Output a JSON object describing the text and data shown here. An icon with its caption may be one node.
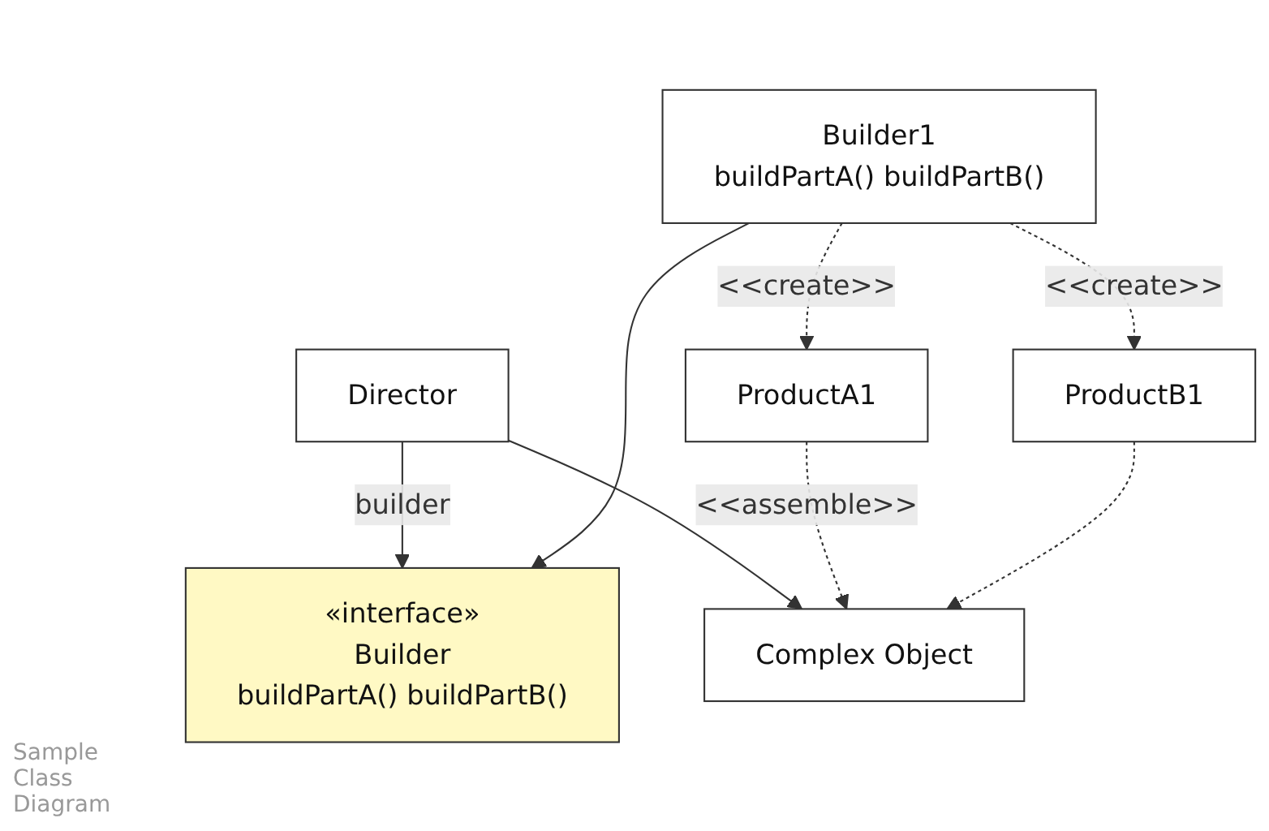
{
  "diagram": {
    "nodes": [
      {
        "text": [
          "Director"
        ]
      },
      {
        "text": [
          "Complex Object"
        ]
      },
      {
        "text": [
          "«interface»",
          "Builder",
          "buildPartA() buildPartB()"
        ]
      },
      {
        "text": [
          "ProductA1"
        ]
      },
      {
        "text": [
          "ProductB1"
        ]
      },
      {
        "text": [
          "Builder1",
          "buildPartA() buildPartB()"
        ]
      }
    ],
    "edges": [
      {
        "from": 0,
        "to": 1,
        "arrow": "to"
      },
      {
        "from": 0,
        "to": 2,
        "arrow": "to",
        "label": "builder"
      },
      {
        "from": 5,
        "to": 2,
        "arrow": "to"
      },
      {
        "from": 3,
        "to": 1,
        "arrow": "to",
        "style": "dashed",
        "label": "<<assemble>>"
      },
      {
        "from": 4,
        "to": 1,
        "arrow": "to",
        "style": "dashed"
      },
      {
        "from": 5,
        "to": 3,
        "arrow": "to",
        "style": "dashed",
        "label": "<<create>>"
      },
      {
        "from": 5,
        "to": 4,
        "arrow": "to",
        "style": "dashed",
        "label": "<<create>>"
      }
    ],
    "labels": [
      "Sample Class Diagram"
    ]
  }
}
